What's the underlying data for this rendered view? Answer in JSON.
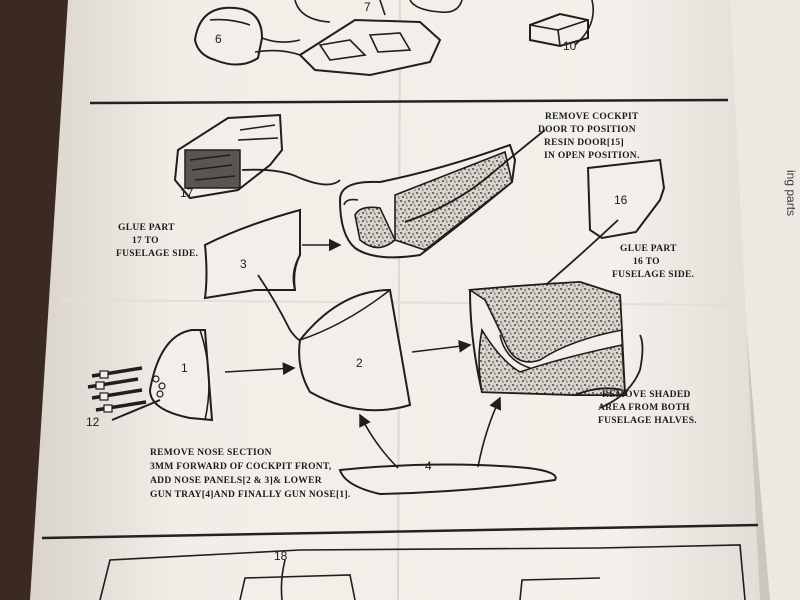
{
  "sheet": {
    "annotations": {
      "remove_cockpit": [
        "REMOVE COCKPIT",
        "DOOR TO POSITION",
        "RESIN DOOR[15]",
        "IN OPEN POSITION."
      ],
      "glue_17": [
        "GLUE PART",
        "17 TO",
        "FUSELAGE SIDE."
      ],
      "glue_16": [
        "GLUE PART",
        "16 TO",
        "FUSELAGE SIDE."
      ],
      "remove_shaded": [
        "REMOVE SHADED",
        "AREA FROM BOTH",
        "FUSELAGE HALVES."
      ],
      "remove_nose": [
        "REMOVE NOSE SECTION",
        "3mm FORWARD OF COCKPIT FRONT,",
        "ADD NOSE PANELS[2 & 3]& LOWER",
        "GUN TRAY[4]AND FINALLY GUN NOSE[1]."
      ]
    },
    "part_numbers": {
      "p1": "1",
      "p2": "2",
      "p3": "3",
      "p4": "4",
      "p6": "6",
      "p7": "7",
      "p10": "10",
      "p12": "12",
      "p16": "16",
      "p17": "17",
      "p18": "18"
    },
    "side_text": "ing parts"
  },
  "colors": {
    "paper": "#f2efea",
    "ink": "#1e1e1e",
    "shadow": "#3a2a22"
  }
}
